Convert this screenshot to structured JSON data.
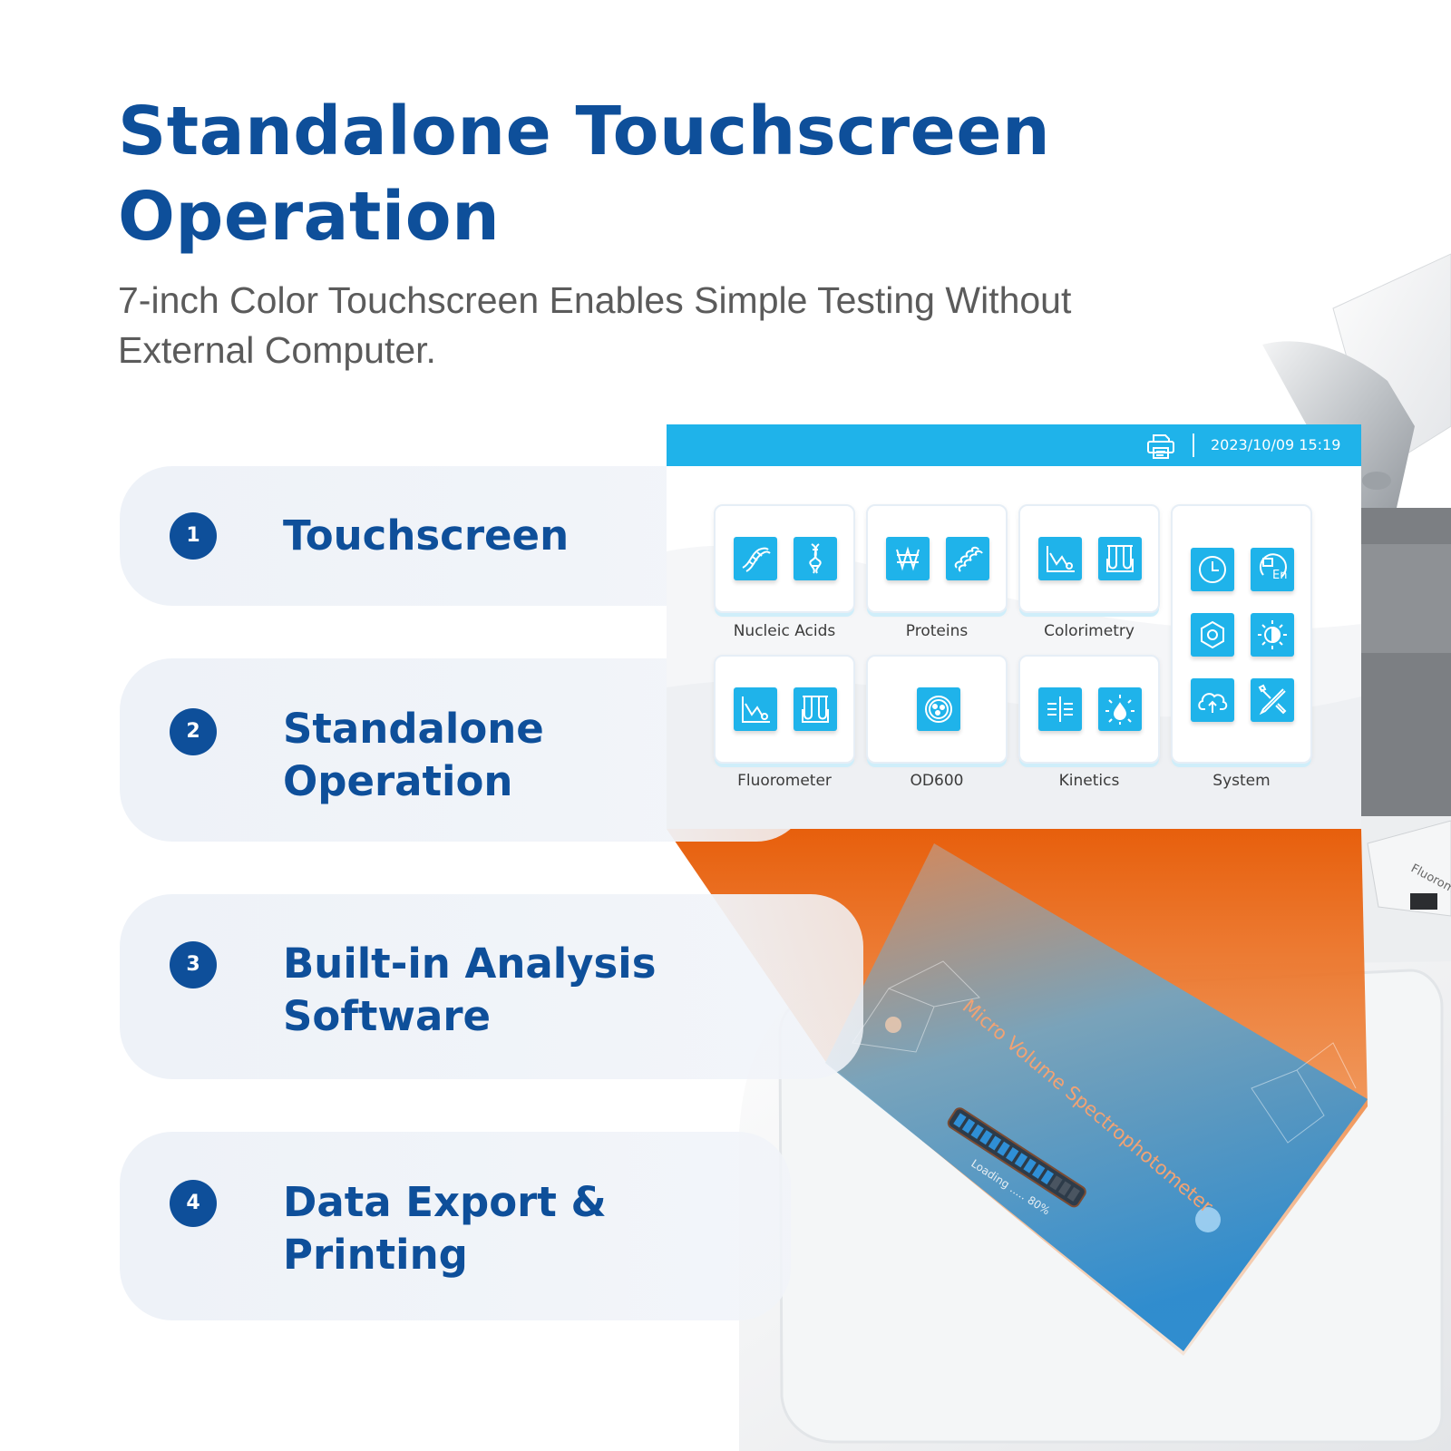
{
  "header": {
    "title": "Standalone Touchscreen Operation",
    "subtitle": "7-inch Color Touchscreen Enables Simple Testing Without External Computer."
  },
  "features": [
    {
      "number": "1",
      "label": "Touchscreen"
    },
    {
      "number": "2",
      "label": "Standalone\nOperation"
    },
    {
      "number": "3",
      "label": "Built-in Analysis\nSoftware"
    },
    {
      "number": "4",
      "label": "Data Export &\nPrinting"
    }
  ],
  "screen": {
    "datetime": "2023/10/09 15:19",
    "modules": [
      {
        "label": "Nucleic Acids",
        "icons": [
          "dna-icon",
          "dna-strand-icon"
        ]
      },
      {
        "label": "Proteins",
        "icons": [
          "protein-helix-icon",
          "protein-coil-icon"
        ]
      },
      {
        "label": "Colorimetry",
        "icons": [
          "line-chart-icon",
          "test-tubes-icon"
        ]
      },
      {
        "label": "Fluorometer",
        "icons": [
          "line-chart-icon",
          "test-tubes-icon"
        ]
      },
      {
        "label": "OD600",
        "icons": [
          "cell-culture-icon"
        ]
      },
      {
        "label": "Kinetics",
        "icons": [
          "kinetics-icon",
          "droplet-burst-icon"
        ]
      },
      {
        "label": "System",
        "icons": [
          "clock-icon",
          "language-icon",
          "hexagon-nut-icon",
          "brightness-icon",
          "cloud-upload-icon",
          "tools-icon"
        ]
      }
    ],
    "language_icon_text": "En"
  },
  "device_screen": {
    "title": "Micro Volume Spectrophotometer",
    "loading_text": "Loading ..... 80%",
    "loading_progress": 0.8
  },
  "device_side_text": "Fluorom",
  "colors": {
    "brand_blue": "#0e4f9a",
    "screen_accent": "#1fb3ea",
    "projection_orange": "#e8620e"
  }
}
